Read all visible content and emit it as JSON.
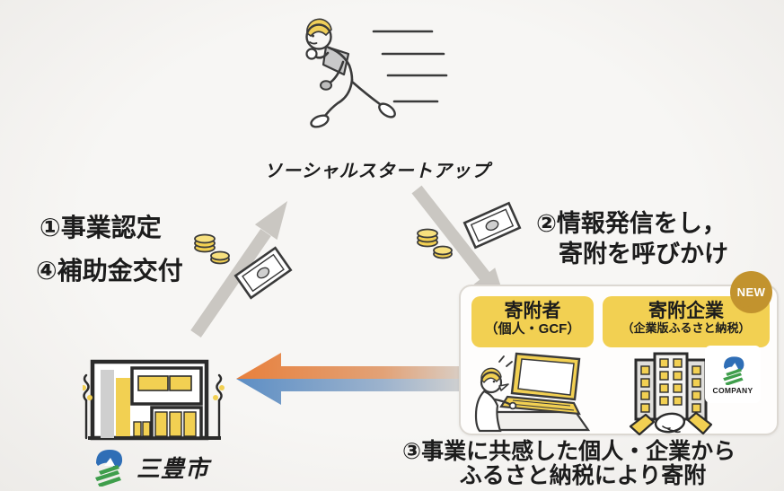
{
  "colors": {
    "bg": "#f2f1ee",
    "ink": "#1c1c1c",
    "yellow": "#f2d052",
    "gold": "#c2932e",
    "orange": "#e8803c",
    "blue": "#5d8ec4",
    "arrow-gray": "#cac7c2"
  },
  "startup": {
    "label": "ソーシャルスタートアップ",
    "icon": "running-person-icon"
  },
  "left_flow": {
    "step1": "①事業認定",
    "step4": "④補助金交付"
  },
  "right_flow": {
    "step2_line1": "②情報発信をし，",
    "step2_line2": "寄附を呼びかけ"
  },
  "bottom_flow": {
    "step3_line1": "③事業に共感した個人・企業から",
    "step3_line2": "ふるさと納税により寄附"
  },
  "donors_box": {
    "new_badge": "NEW",
    "individual": {
      "title": "寄附者",
      "subtitle": "（個人・GCF）"
    },
    "company": {
      "title": "寄附企業",
      "subtitle": "（企業版ふるさと納税）",
      "logo_text": "COMPANY"
    }
  },
  "city": {
    "label": "三豊市"
  }
}
